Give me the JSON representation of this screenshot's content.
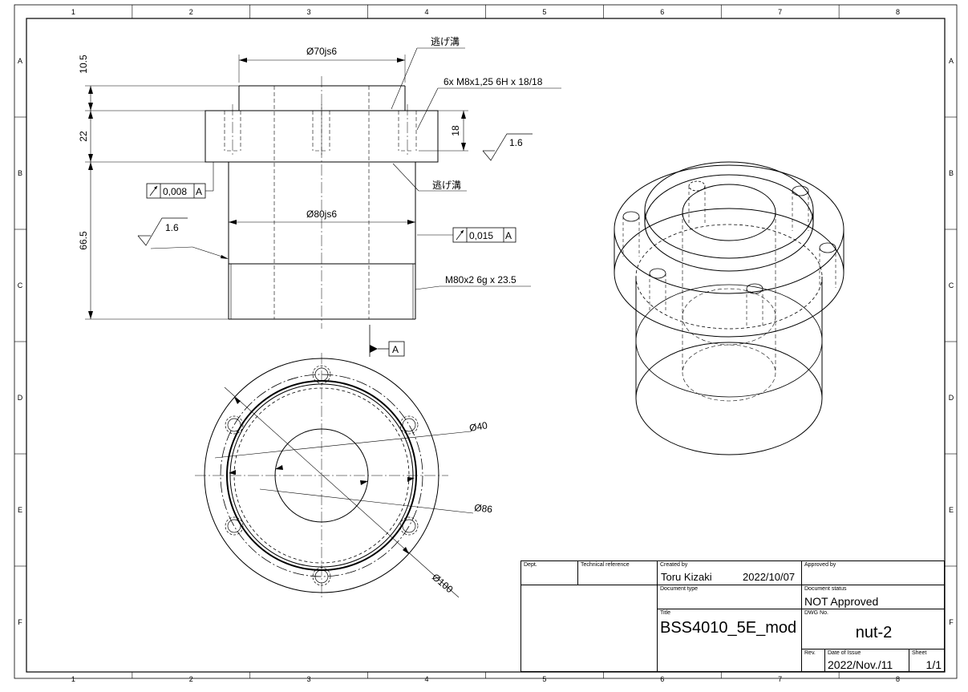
{
  "sheet": {
    "columns": [
      "1",
      "2",
      "3",
      "4",
      "5",
      "6",
      "7",
      "8"
    ],
    "rows": [
      "A",
      "B",
      "C",
      "D",
      "E",
      "F"
    ]
  },
  "annotations": {
    "dia70": "Ø70js6",
    "dia80": "Ø80js6",
    "dim_10_5": "10.5",
    "dim_22": "22",
    "dim_18": "18",
    "dim_66_5": "66.5",
    "relief_top": "逃げ溝",
    "relief_bottom": "逃げ溝",
    "tapped_holes": "6x M8x1,25 6H x 18/18",
    "thread": "M80x2 6g x 23.5",
    "roughness_right": "1.6",
    "roughness_left": "1.6",
    "runout1_value": "0,008",
    "runout1_datum": "A",
    "runout2_value": "0,015",
    "runout2_datum": "A",
    "datum_label": "A",
    "dia40": "Ø40",
    "dia86": "Ø86",
    "dia100": "Ø100"
  },
  "title_block": {
    "dept_label": "Dept.",
    "tech_ref_label": "Technical reference",
    "created_by_label": "Created by",
    "created_by": "Toru Kizaki",
    "created_date": "2022/10/07",
    "approved_by_label": "Approved by",
    "doc_type_label": "Document type",
    "doc_status_label": "Document status",
    "doc_status": "NOT Approved",
    "title_label": "Title",
    "title": "BSS4010_5E_mod",
    "dwg_no_label": "DWG No.",
    "dwg_no": "nut-2",
    "rev_label": "Rev.",
    "date_of_issue_label": "Date of Issue",
    "date_of_issue": "2022/Nov./11",
    "sheet_label": "Sheet",
    "sheet": "1/1"
  }
}
